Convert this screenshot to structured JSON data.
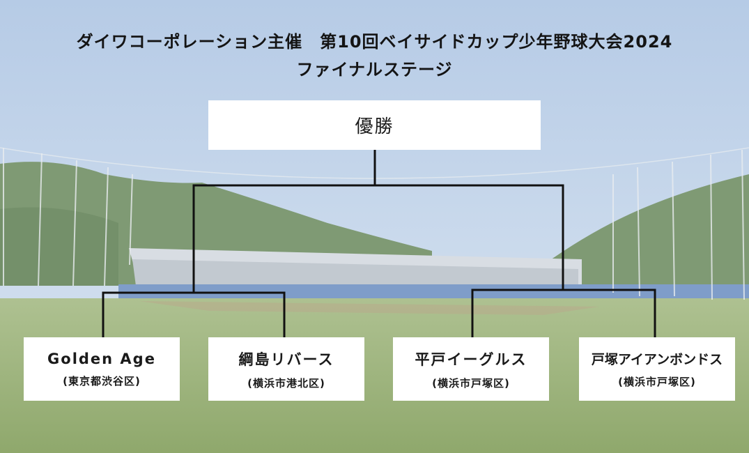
{
  "title": {
    "line1": "ダイワコーポレーション主催　第10回ベイサイドカップ少年野球大会2024",
    "line2": "ファイナルステージ"
  },
  "champion": {
    "label": "優勝"
  },
  "teams": [
    {
      "name": "Golden Age",
      "city": "(東京都渋谷区)"
    },
    {
      "name": "綱島リバース",
      "city": "(横浜市港北区)"
    },
    {
      "name": "平戸イーグルス",
      "city": "(横浜市戸塚区)"
    },
    {
      "name": "戸塚アイアンボンドス",
      "city": "(横浜市戸塚区)"
    }
  ],
  "colors": {
    "sky_top": "#b9cde6",
    "grass": "#9fb67e",
    "line": "#111111",
    "box": "#ffffff"
  }
}
